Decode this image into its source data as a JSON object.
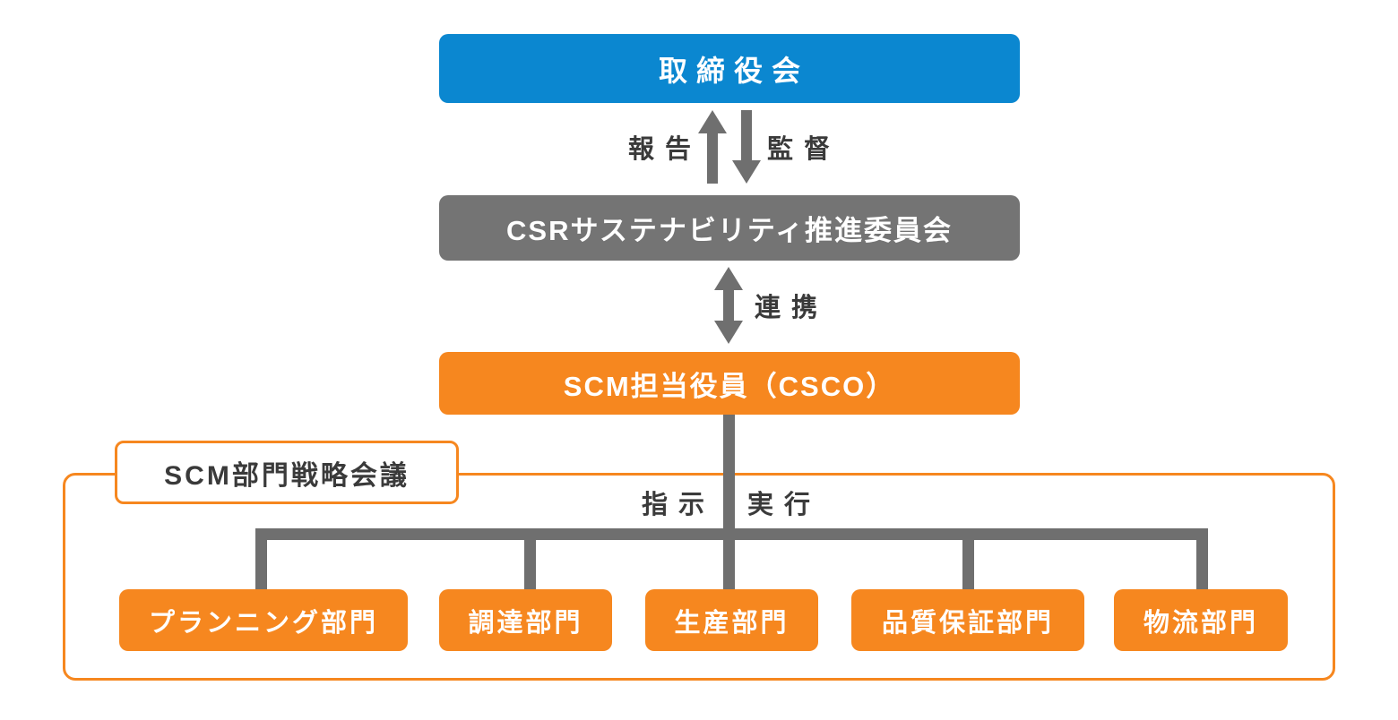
{
  "title": "SCM governance organization chart",
  "colors": {
    "board_blue": "#0b87d0",
    "committee_gray": "#747474",
    "accent_orange": "#f6871f",
    "connector_gray": "#6f6f6f",
    "label_text": "#3a3a3a"
  },
  "nodes": {
    "board": {
      "label": "取締役会"
    },
    "csr_committee": {
      "label": "CSRサステナビリティ推進委員会"
    },
    "csco": {
      "label": "SCM担当役員（CSCO）"
    }
  },
  "edges": {
    "report": "報告",
    "supervise": "監督",
    "collaborate": "連携",
    "instruct": "指示",
    "execute": "実行"
  },
  "group": {
    "label": "SCM部門戦略会議"
  },
  "departments": [
    {
      "label": "プランニング部門"
    },
    {
      "label": "調達部門"
    },
    {
      "label": "生産部門"
    },
    {
      "label": "品質保証部門"
    },
    {
      "label": "物流部門"
    }
  ]
}
